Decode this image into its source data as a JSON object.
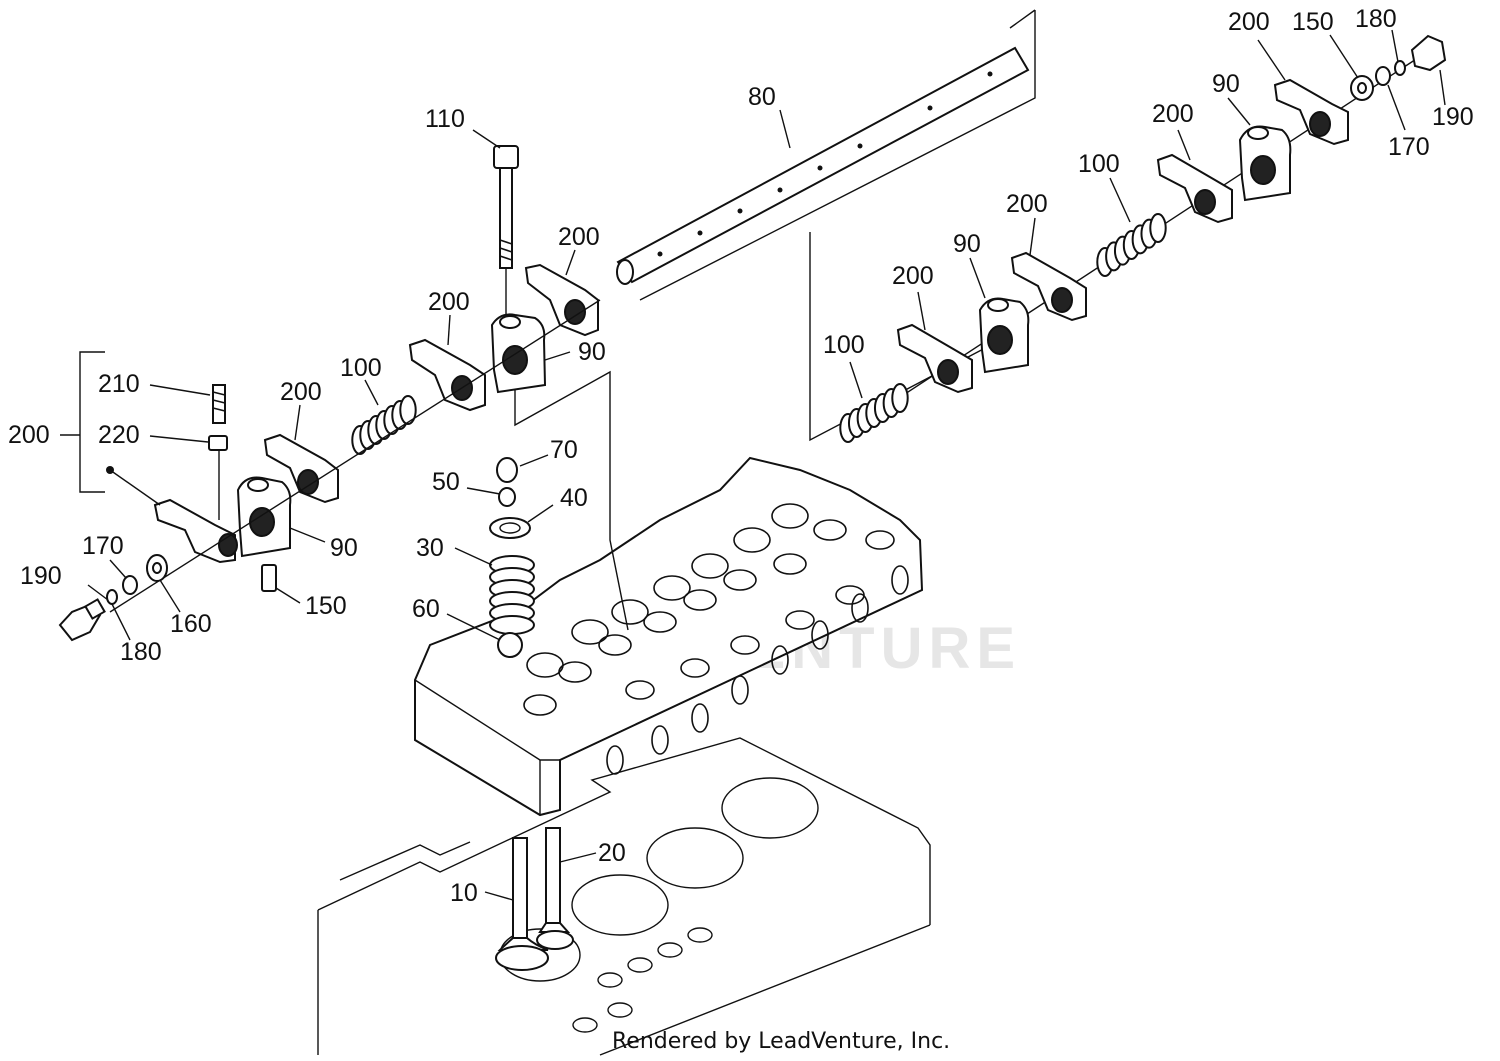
{
  "callouts": {
    "shaft": "80",
    "bolt_top": "110",
    "arm_left_a": "200",
    "arm_left_b": "200",
    "arm_center": "200",
    "bracket_center": "90",
    "spring_left": "100",
    "bracket_left": "90",
    "group_bracket": "200",
    "stud": "210",
    "nut": "220",
    "pin": "150",
    "washer_left": "170",
    "plug_left": "190",
    "washer_small_left": "180",
    "washer_big_left": "160",
    "cotter": "70",
    "retainer": "50",
    "seat_upper": "40",
    "valve_spring": "30",
    "seal": "60",
    "valve_intake": "10",
    "valve_exhaust": "20",
    "arm_r1": "200",
    "washer_r1": "150",
    "washer_r2": "180",
    "plug_right": "190",
    "washer_r3": "170",
    "bracket_r1": "90",
    "arm_r2": "200",
    "spring_r1": "100",
    "arm_r3": "200",
    "bracket_r2": "90",
    "arm_r4": "200",
    "spring_r2": "100"
  },
  "watermark": "LEADVENTURE",
  "credit": "Rendered by LeadVenture, Inc."
}
